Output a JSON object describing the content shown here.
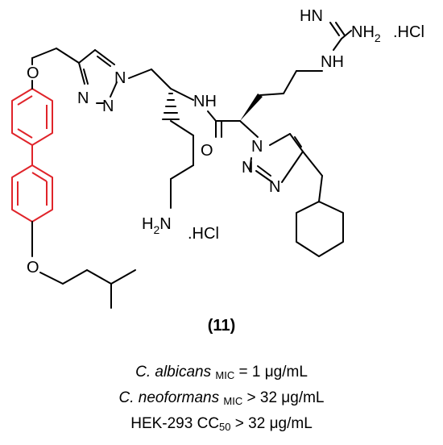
{
  "atoms": {
    "O_top": "O",
    "O_bottom": "O",
    "N1": "N",
    "N2": "N",
    "N3": "N",
    "NH_amide": "NH",
    "O_amide": "O",
    "N1b": "N",
    "N2b": "N",
    "N3b": "N",
    "NH_guan": "NH",
    "HN_imine": "HN",
    "NH2_guan": "NH",
    "NH2_guan_sub": "2",
    "HCl_top": ".HCl",
    "H2N_amine": "H",
    "H2N_sub": "2",
    "H2N_N": "N",
    "HCl_bottom": ".HCl"
  },
  "compound_label": "(11)",
  "activities": [
    {
      "organism": "C. albicans",
      "subscript": "MIC",
      "rest": " = 1 μg/mL"
    },
    {
      "organism": "C. neoformans",
      "subscript": "MIC",
      "rest": " > 32 μg/mL"
    },
    {
      "organism": "",
      "prefix": "HEK-293 CC",
      "subscript": "50",
      "rest": " > 32 μg/mL"
    }
  ],
  "colors": {
    "biphenyl": "#e0242a",
    "bonds": "#000000"
  }
}
